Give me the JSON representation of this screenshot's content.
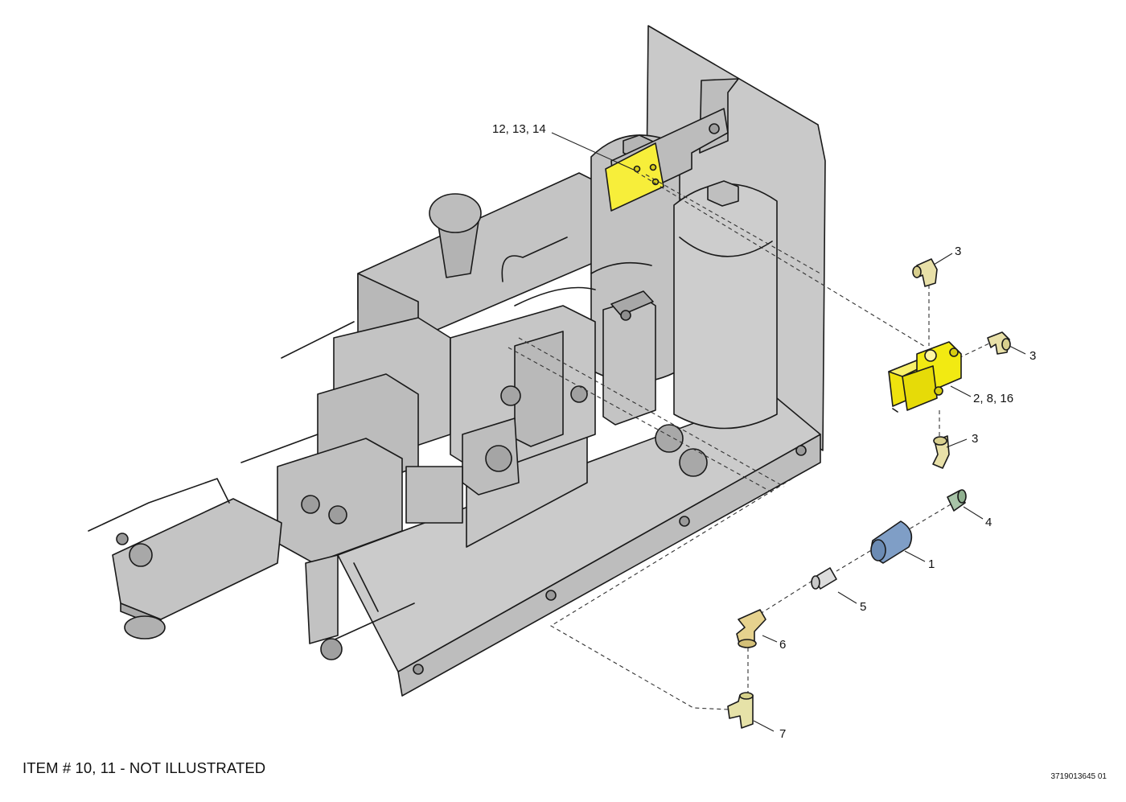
{
  "callouts": {
    "c_12_13_14": "12, 13, 14",
    "c_3_top": "3",
    "c_3_right": "3",
    "c_2_8_16": "2, 8, 16",
    "c_3_bottom": "3",
    "c_4": "4",
    "c_1": "1",
    "c_5": "5",
    "c_6": "6",
    "c_7": "7"
  },
  "footer": {
    "note": "ITEM # 10, 11 - NOT ILLUSTRATED",
    "drawing_id": "3719013645 01"
  },
  "colors": {
    "frame_gray": "#c8c8c8",
    "dark_gray": "#a9a9a9",
    "bracket_yellow": "#f7ee3a",
    "valve_yellow": "#f2ea12",
    "fitting_beige": "#e8dca0",
    "filter_blue": "#7f9ec6",
    "fitting_green": "#a8c4a8",
    "outline": "#1a1a1a"
  }
}
